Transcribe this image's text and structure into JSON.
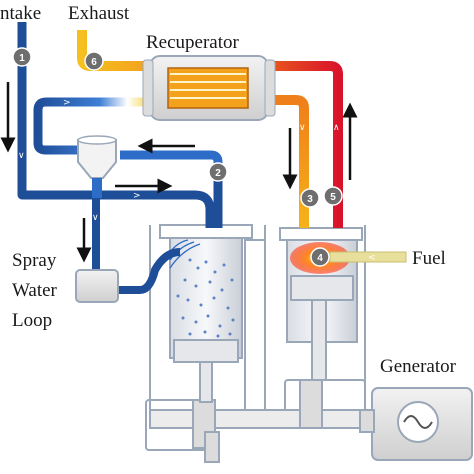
{
  "labels": {
    "intake": "ntake",
    "exhaust": "Exhaust",
    "recuperator": "Recuperator",
    "spray_line1": "Spray",
    "spray_line2": "Water",
    "spray_line3": "Loop",
    "fuel": "Fuel",
    "generator": "Generator"
  },
  "station_markers": [
    "1",
    "2",
    "3",
    "4",
    "5",
    "6"
  ],
  "colors": {
    "cold_pipe": "#1f4e99",
    "cool_pipe": "#2d6cc7",
    "warm_pipe": "#f2a516",
    "hot_pipe": "#d9142a",
    "engine_outline": "#9aa7b8",
    "marker_fill": "#6e6e6e",
    "flame": "#ff5a1a",
    "fuel_line": "#e8df9a"
  },
  "icons": {
    "generator": "sine-wave-icon"
  }
}
